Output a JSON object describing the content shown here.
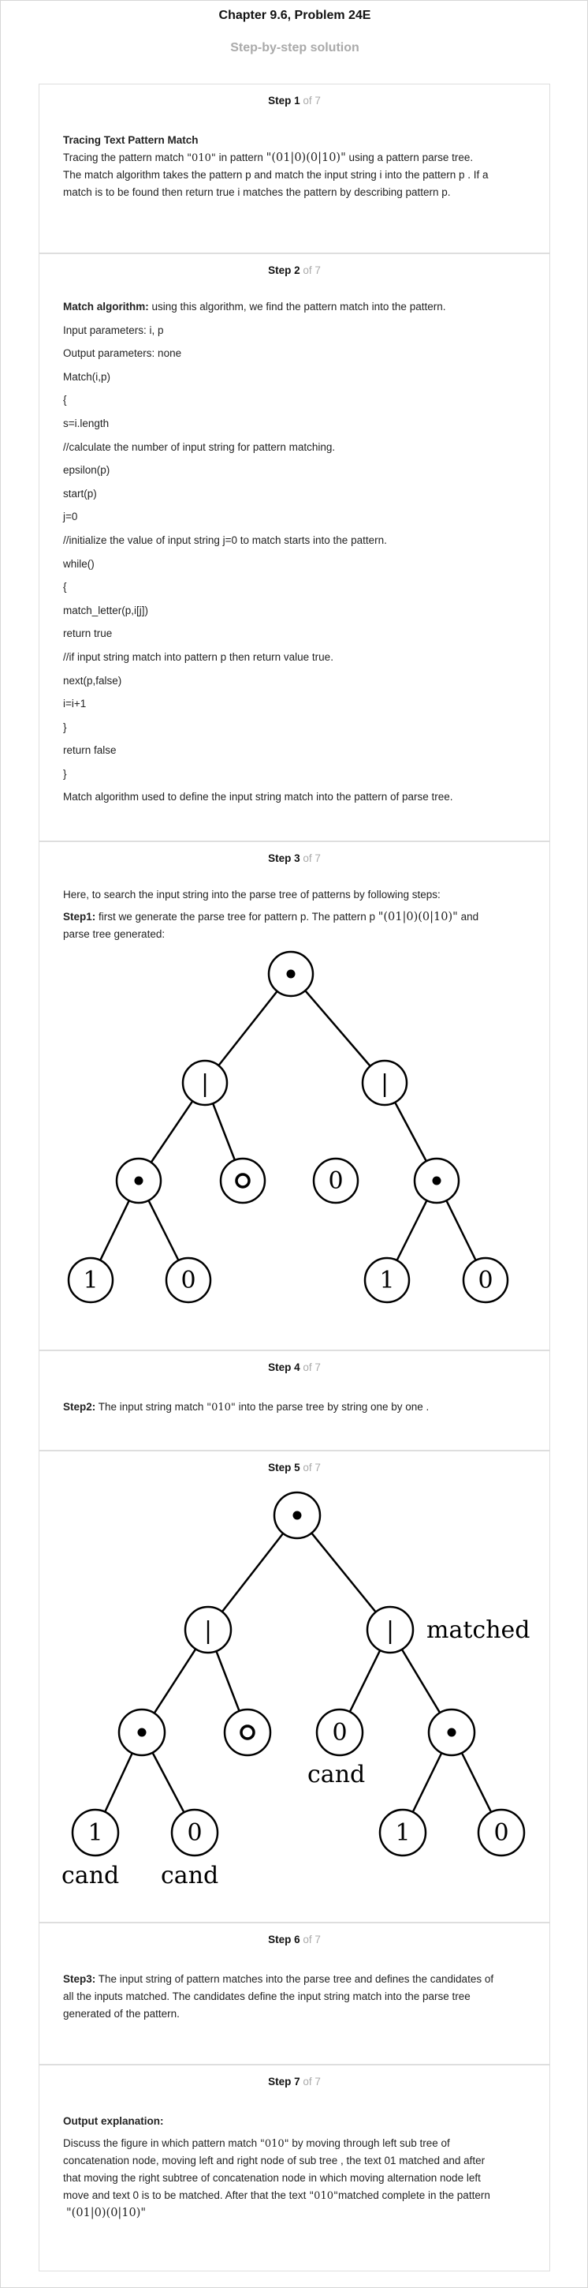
{
  "header": {
    "chapter_title": "Chapter 9.6, Problem 24E",
    "subtitle": "Step-by-step solution"
  },
  "step_of": "of 7",
  "steps": [
    {
      "label": "Step 1",
      "heading": "Tracing Text Pattern Match",
      "p1_pre": "Tracing the pattern match ",
      "p1_m1": "\"010\"",
      "p1_mid": " in pattern ",
      "p1_m2": "\"(01|0)(0|10)\"",
      "p1_post": " using a pattern parse tree.",
      "p2": "The match algorithm takes the pattern p and match the input string i into the pattern p . If a",
      "p3": "match is to be found then return true i matches the pattern by describing pattern p."
    },
    {
      "label": "Step 2",
      "intro_bold": "Match algorithm:",
      "intro_rest": " using this algorithm, we find the pattern match into the pattern.",
      "lines": [
        "Input parameters: i, p",
        "Output parameters: none",
        "Match(i,p)",
        "{",
        "s=i.length",
        "//calculate the number of input string for pattern matching.",
        "epsilon(p)",
        "start(p)",
        "j=0",
        "//initialize the value of input string j=0 to match starts into the pattern.",
        "while()",
        "{",
        "match_letter(p,i[j])",
        "return true",
        "//if input string match into pattern p then return value true.",
        "next(p,false)",
        "i=i+1",
        "}",
        "return false",
        "}",
        "Match algorithm used to define the input string match into the pattern of parse tree."
      ]
    },
    {
      "label": "Step 3",
      "p1": "Here, to search the input string into the parse tree of patterns by following steps:",
      "p2_bold": "Step1:",
      "p2_rest": " first we generate the parse tree for pattern p. The pattern p ",
      "p2_math": "\"(01|0)(0|10)\"",
      "p2_post": " and",
      "p3": "parse tree generated:",
      "tree_leaves": [
        "0",
        "1",
        "0",
        "1",
        "0"
      ],
      "tree_or": "|"
    },
    {
      "label": "Step 4",
      "bold": "Step2:",
      "pre": " The input string match ",
      "math": "\"010\"",
      "post": " into the parse tree by string one by one ."
    },
    {
      "label": "Step 5",
      "tree_leaves": [
        "0",
        "1",
        "0",
        "1",
        "0"
      ],
      "tree_or": "|",
      "annot_matched": "matched",
      "annot_cand": "cand"
    },
    {
      "label": "Step 6",
      "bold": "Step3:",
      "rest": " The input string of pattern matches into the parse tree and defines the candidates of",
      "l2": "all the inputs matched. The candidates define the input string match into the parse tree",
      "l3": "generated of the pattern."
    },
    {
      "label": "Step 7",
      "heading": "Output explanation:",
      "l1_pre": "Discuss the figure in which pattern match ",
      "l1_math": "\"010\"",
      "l1_post": " by moving through left sub tree of",
      "l2": "concatenation node, moving left and right node of sub tree , the text 01 matched and after",
      "l3": "that moving the right subtree of concatenation node in which moving alternation node left",
      "l4_pre": "move and text 0 is to be matched. After that the text ",
      "l4_math": "\"010\"",
      "l4_post": "matched complete in the pattern",
      "l5_math": "\"(01|0)(0|10)\""
    }
  ]
}
